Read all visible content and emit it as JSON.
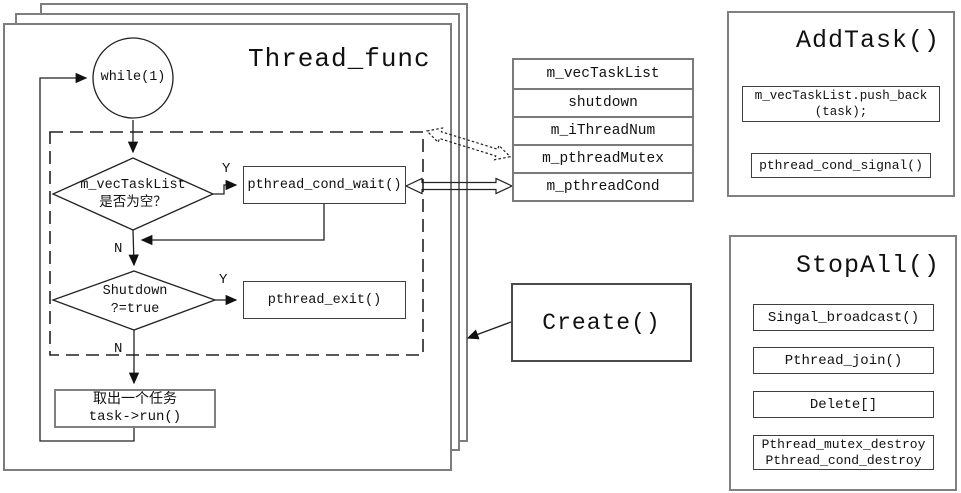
{
  "main_flow": {
    "title": "Thread_func",
    "loop_label": "while(1)",
    "decision_empty": {
      "line1": "m_vecTaskList",
      "line2": "是否为空？",
      "yes_label": "Y",
      "no_label": "N"
    },
    "wait_box": "pthread_cond_wait()",
    "decision_shutdown": {
      "line1": "Shutdown",
      "line2": "?=true",
      "yes_label": "Y",
      "no_label": "N"
    },
    "exit_box": "pthread_exit()",
    "task_box": {
      "line1": "取出一个任务",
      "line2": "task->run()"
    }
  },
  "member_table": {
    "rows": [
      "m_vecTaskList",
      "shutdown",
      "m_iThreadNum",
      "m_pthreadMutex",
      "m_pthreadCond"
    ]
  },
  "create_box": {
    "label": "Create()"
  },
  "add_task_panel": {
    "title": "AddTask()",
    "push_back_line1": "m_vecTaskList.push_back",
    "push_back_line2": "(task);",
    "signal_box": "pthread_cond_signal()"
  },
  "stop_all_panel": {
    "title": "StopAll()",
    "steps": [
      "Singal_broadcast()",
      "Pthread_join()",
      "Delete[]"
    ],
    "destroy_line1": "Pthread_mutex_destroy",
    "destroy_line2": "Pthread_cond_destroy"
  },
  "colors": {
    "line": "#222222",
    "page_border": "#7d7d7d",
    "box_border": "#3f3f3f",
    "background": "#ffffff"
  }
}
